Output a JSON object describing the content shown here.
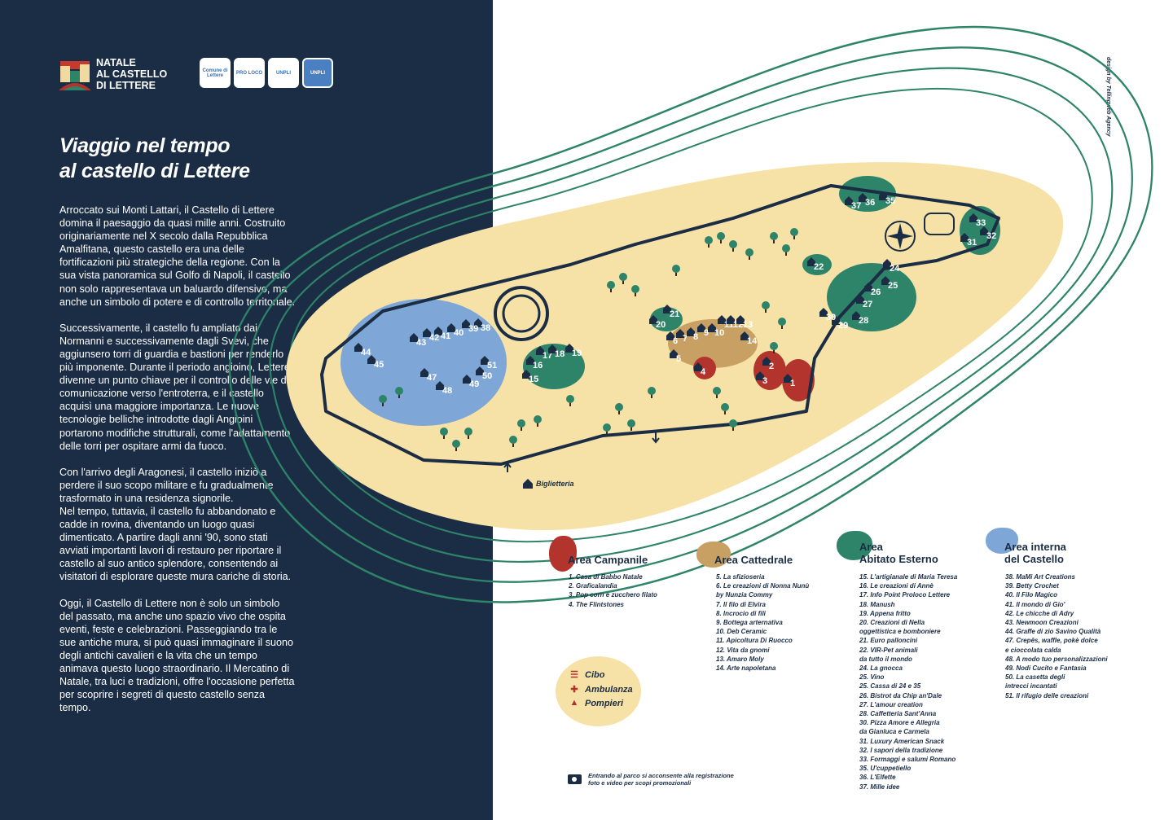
{
  "brand": {
    "title_lines": [
      "NATALE",
      "AL CASTELLO",
      "DI LETTERE"
    ]
  },
  "partners": [
    "Comune di Lettere",
    "PRO LOCO",
    "UNPLI",
    "UNPLI"
  ],
  "heading": {
    "line1": "Viaggio nel tempo",
    "line2": "al castello di Lettere"
  },
  "paragraphs": [
    "Arroccato sui Monti Lattari, il Castello di Lettere domina il paesaggio da quasi mille anni. Costruito originariamente nel X secolo dalla Repubblica Amalfitana, questo castello era una delle fortificazioni più strategiche della regione. Con la sua vista panoramica sul Golfo di Napoli, il castello non solo rappresentava un baluardo difensivo, ma anche un simbolo di potere e di controllo territoriale.",
    "Successivamente, il castello fu ampliato dai Normanni e successivamente dagli Svevi, che aggiunsero torri di guardia e bastioni per renderlo più imponente. Durante il periodo angioino, Lettere divenne un punto chiave per il controllo delle vie di comunicazione verso l'entroterra, e il castello acquisì una maggiore importanza. Le nuove tecnologie belliche introdotte dagli Angioini portarono modifiche strutturali, come l'adattamento delle torri per ospitare armi da fuoco.",
    "Con l'arrivo degli Aragonesi, il castello iniziò a perdere il suo scopo militare e fu gradualmente trasformato in una residenza signorile.\nNel tempo, tuttavia, il castello fu abbandonato e cadde in rovina, diventando un luogo quasi dimenticato. A partire dagli anni '90, sono stati avviati importanti lavori di restauro per riportare il castello al suo antico splendore, consentendo ai visitatori di esplorare queste mura cariche di storia.",
    "Oggi, il Castello di Lettere non è solo un simbolo del passato, ma anche uno spazio vivo che ospita eventi, feste e celebrazioni. Passeggiando tra le sue antiche mura, si può quasi immaginare il suono degli antichi cavalieri e la vita che un tempo animava questo luogo straordinario. Il Mercatino di Natale, tra luci e tradizioni, offre l'occasione perfetta per scoprire i segreti di questo castello senza tempo."
  ],
  "credit": "design by Tellingweb Agency",
  "map": {
    "ticket_label": "Biglietteria",
    "markers": [
      "1",
      "2",
      "3",
      "4",
      "5",
      "6",
      "7",
      "8",
      "9",
      "10",
      "11",
      "12",
      "13",
      "14",
      "15",
      "16",
      "17",
      "18",
      "19",
      "20",
      "21",
      "22",
      "24",
      "25",
      "26",
      "27",
      "28",
      "29",
      "30",
      "31",
      "32",
      "33",
      "35",
      "36",
      "37",
      "38",
      "39",
      "40",
      "41",
      "42",
      "43",
      "44",
      "45",
      "47",
      "48",
      "49",
      "50",
      "51"
    ]
  },
  "areas": [
    {
      "title": "Area Campanile",
      "color": "#b3342c",
      "items": [
        "1. Casa di Babbo Natale",
        "2.  Graficalandia",
        "3.  Pop corn e zucchero filato",
        "4. The Flintstones"
      ]
    },
    {
      "title": "Area Cattedrale",
      "color": "#c9a063",
      "items": [
        "5. La sfizioseria",
        "6. Le creazioni di Nonna Nunù\nby Nunzia Commy",
        "7. Il filo di Elvira",
        "8. Incrocio di fili",
        "9. Bottega arternativa",
        "10. Deb Ceramic",
        "11. Apicoltura Di Ruocco",
        "12. Vita da gnomi",
        "13. Amaro Moly",
        "14. Arte napoletana"
      ]
    },
    {
      "title": "Area\nAbitato Esterno",
      "color": "#2e8468",
      "items": [
        "15. L'artigianale di Maria Teresa",
        "16. Le creazioni di Annè",
        "17. Info Point Proloco Lettere",
        "18. Manush",
        "19. Appena fritto",
        "20. Creazioni di Nella\noggettistica e bomboniere",
        "21. Euro palloncini",
        "22.  VIR-Pet animali\nda tutto il mondo",
        "24. La gnocca",
        "25. Vino",
        "25. Cassa di 24 e 35",
        "26. Bistrot da Chip an'Dale",
        "27. L'amour creation",
        "28. Caffetteria Sant'Anna",
        "30. Pizza Amore e Allegria\nda Gianluca e Carmela",
        "31. Luxury American Snack",
        "32. I sapori della tradizione",
        "33. Formaggi e salumi Romano",
        "35. U'cuppetiello",
        "36. L'Elfette",
        "37.  Mille idee"
      ]
    },
    {
      "title": "Area interna\ndel Castello",
      "color": "#7ea7d8",
      "items": [
        "38. MaMi Art Creations",
        "39. Betty Crochet",
        "40. Il Filo Magico",
        "41. Il mondo di Gio'",
        "42. Le chicche di Adry",
        "43. Newmoon Creazioni",
        "44. Graffe di zio Savino Qualità",
        "47. Crepês, waffle, pokè dolce\ne cioccolata calda",
        "48. A modo tuo personalizzazioni",
        "49. Nodi Cucito e Fantasia",
        "50. La casetta degli\nintrecci incantati",
        "51. Il rifugio delle creazioni"
      ]
    }
  ],
  "services": [
    "Cibo",
    "Ambulanza",
    "Pompieri"
  ],
  "note": "Entrando al parco si acconsente alla registrazione\nfoto e video per scopi promozionali",
  "colors": {
    "navy": "#1b2d45",
    "sand": "#f6e2a6",
    "green_line": "#2e8468"
  }
}
